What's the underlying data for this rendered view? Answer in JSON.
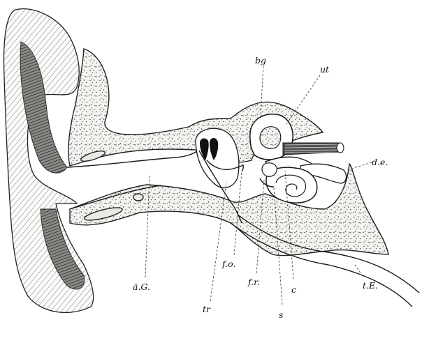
{
  "labels": {
    "bg": "bg",
    "ut": "ut",
    "de": "d.e.",
    "aG": "ä.G.",
    "tr": "tr",
    "fo": "f.o.",
    "fr": "f.r.",
    "s": "s",
    "c": "c",
    "tE": "t.E."
  }
}
